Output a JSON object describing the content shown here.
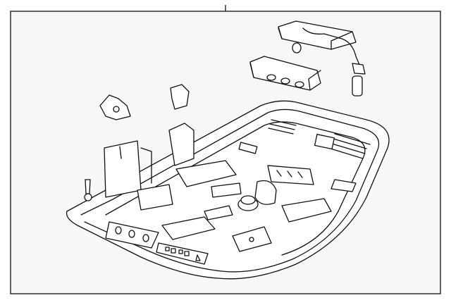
{
  "diagram": {
    "background": "#ffffff",
    "panel_fill": "#f7f7f7",
    "line_color": "#111111",
    "parts": [
      "overhead-console",
      "lamp-module-with-harness",
      "bulb-socket",
      "switch-bracket",
      "retaining-clip",
      "mounting-clip",
      "screw"
    ]
  }
}
